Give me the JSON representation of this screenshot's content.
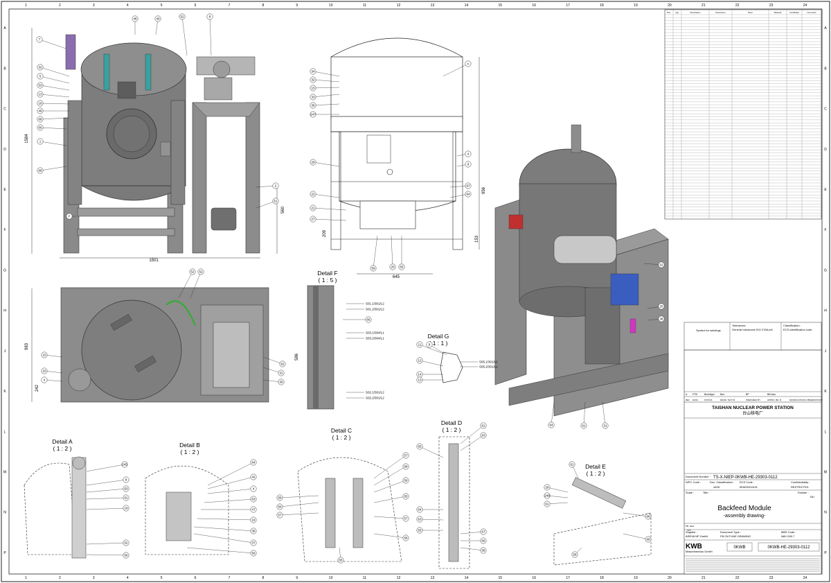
{
  "sheet": {
    "columns": [
      "1",
      "2",
      "3",
      "4",
      "5",
      "6",
      "7",
      "8",
      "9",
      "10",
      "11",
      "12",
      "13",
      "14",
      "15",
      "16",
      "17",
      "18",
      "19",
      "20",
      "21",
      "22",
      "23",
      "24"
    ],
    "rows": [
      "A",
      "B",
      "C",
      "D",
      "E",
      "F",
      "G",
      "H",
      "J",
      "K",
      "L",
      "M",
      "N",
      "P"
    ]
  },
  "views": {
    "front": {
      "dim_width": "1501",
      "dim_height": "1584",
      "dim_side": "560",
      "leader_labels": [
        "7",
        "48",
        "40",
        "52",
        "8",
        "32",
        "5",
        "53",
        "13",
        "18",
        "49",
        "68",
        "1",
        "68",
        "2",
        "51",
        "F",
        "66"
      ]
    },
    "side": {
      "dim_width": "645",
      "dim_height": "956",
      "dim_base": "153",
      "dim_foot": "209",
      "leader_labels": [
        "34",
        "32",
        "15",
        "33",
        "36",
        "247",
        "4",
        "9",
        "29",
        "22",
        "21",
        "27",
        "59",
        "20",
        "55",
        "67",
        "64",
        "A"
      ]
    },
    "top": {
      "dim_height": "983",
      "dim_small": "242",
      "dim_right": "586",
      "leader_labels": [
        "52",
        "52",
        "15",
        "16",
        "4",
        "31",
        "62",
        "30"
      ]
    },
    "iso": {
      "leader_labels": [
        "52",
        "25",
        "38",
        "64",
        "61",
        "31"
      ]
    }
  },
  "details": {
    "A": {
      "title": "Detail A",
      "scale": "( 1 : 2 )",
      "labels": [
        "245",
        "9",
        "63",
        "61",
        "19",
        "52",
        "56"
      ]
    },
    "B": {
      "title": "Detail B",
      "scale": "( 1 : 2 )",
      "labels": [
        "64",
        "42",
        "4",
        "63",
        "47",
        "19",
        "38",
        "37",
        "56"
      ]
    },
    "C": {
      "title": "Detail C",
      "scale": "( 1 : 2 )",
      "labels": [
        "57",
        "58",
        "59",
        "56",
        "57",
        "56",
        "55",
        "57",
        "58",
        "55"
      ]
    },
    "D": {
      "title": "Detail D",
      "scale": "( 1 : 2 )",
      "labels": [
        "61",
        "63",
        "65",
        "54",
        "63",
        "55",
        "67",
        "66",
        "58"
      ]
    },
    "E": {
      "title": "Detail E",
      "scale": "( 1 : 2 )",
      "labels": [
        "61",
        "29",
        "248",
        "61",
        "68",
        "69",
        "58"
      ]
    },
    "F": {
      "title": "Detail F",
      "scale": "( 1 : 5 )",
      "welds": [
        "S01.1/301/L2",
        "S01.2/301/L2",
        "S03.1/304/L1",
        "S03.2/304/L1",
        "S02.1/301/L2",
        "S02.2/301/L2"
      ],
      "labels": [
        "66"
      ]
    },
    "G": {
      "title": "Detail G",
      "scale": "( 1 : 1 )",
      "welds": [
        "S05.1/301/L1",
        "S05.2/301/L1"
      ],
      "labels": [
        "11",
        "9",
        "12",
        "14",
        "13"
      ]
    }
  },
  "title_block": {
    "project": "TAISHAN NUCLEAR POWER STATION",
    "project_cn": "台山核电厂",
    "document_number_label": "Document Number :",
    "document_number": "TS-X-NIEP-0KWB-HE-29303-0112",
    "wpc_code_label": "WPC Code :",
    "doc_class_label": "Doc. Classification :",
    "doc_class": "440D",
    "ecs_code_label": "ECS Code :",
    "ecs_code": "9EMS0310US-",
    "confidentiality_label": "Confidentiality :",
    "confidentiality": "RESTRICTED",
    "scale_label": "Scale :",
    "title_label": "Title :",
    "drawing_title": "Backfeed Module",
    "drawing_subtitle": "-assembly drawing-",
    "sheet_label": "Nr. sur:",
    "sheet_value": "1/1",
    "doc_type_label": "Document Type :",
    "doc_type": "FB-OUTLINE DRAWING",
    "mbs_code_label": "MBS Code :",
    "mbs_code": "N60.G90.7",
    "supplier_label": "Supplier :",
    "supplier": "AREVA NP GmbH",
    "maker": "KWB",
    "maker_sub": "Maschinenbau GmbH",
    "code1": "0KWB",
    "code2": "0KWB-HE-29303-0112",
    "folder_label": "Dossier :",
    "folder_value": "NU",
    "rev_row": {
      "rev": "A",
      "date": "PTB",
      "status": "Bmödlgm",
      "draw": "Bmr",
      "check": "BP",
      "approve": "BB-less"
    },
    "rev_headers": [
      "REV",
      "DATE",
      "STATUS",
      "DRAW. TEXT B",
      "PREPARED BY",
      "APPRO. BD. B",
      "MODIFICATIONS OBSERVATIONS"
    ]
  },
  "notes": {
    "weld_symbol_text": "Symbol for weldings",
    "tolerances_title": "Tolerances:",
    "tolerances_text": "General tolerances ISO 2768-mK",
    "classification_title": "Classification:",
    "classification_text": "ECS-identification code"
  },
  "parts_list": {
    "headers": [
      "Pos.",
      "Qty.",
      "Description",
      "Dimension",
      "Norm",
      "Material",
      "Certificate",
      "Comment"
    ],
    "row_count": 68
  }
}
